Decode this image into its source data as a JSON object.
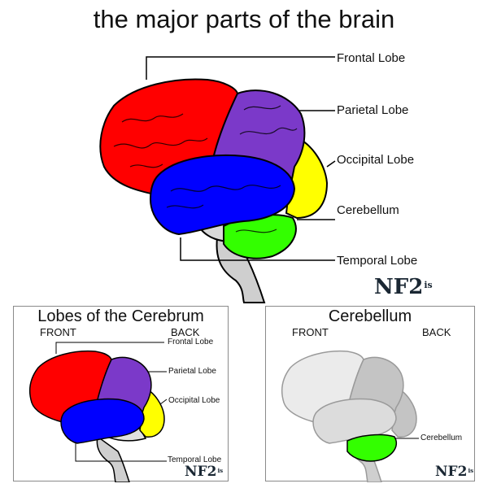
{
  "title": "the major parts of the brain",
  "main_labels": {
    "frontal": "Frontal Lobe",
    "parietal": "Parietal Lobe",
    "occipital": "Occipital Lobe",
    "cerebellum": "Cerebellum",
    "temporal": "Temporal Lobe"
  },
  "logo": {
    "text": "NF2",
    "sub": "is"
  },
  "panel_left": {
    "title": "Lobes of the Cerebrum",
    "front": "FRONT",
    "back": "BACK",
    "labels": {
      "frontal": "Frontal Lobe",
      "parietal": "Parietal Lobe",
      "occipital": "Occipital Lobe",
      "temporal": "Temporal Lobe"
    }
  },
  "panel_right": {
    "title": "Cerebellum",
    "front": "FRONT",
    "back": "BACK",
    "label": "Cerebellum"
  },
  "colors": {
    "frontal": "#ff0000",
    "parietal": "#7b39c9",
    "occipital": "#ffff00",
    "temporal": "#0000ff",
    "cerebellum": "#33ff00",
    "brainstem": "#cfcfcf",
    "gray_lobe": "#e6e6e6",
    "dark_lobe": "#bfbfbf"
  }
}
